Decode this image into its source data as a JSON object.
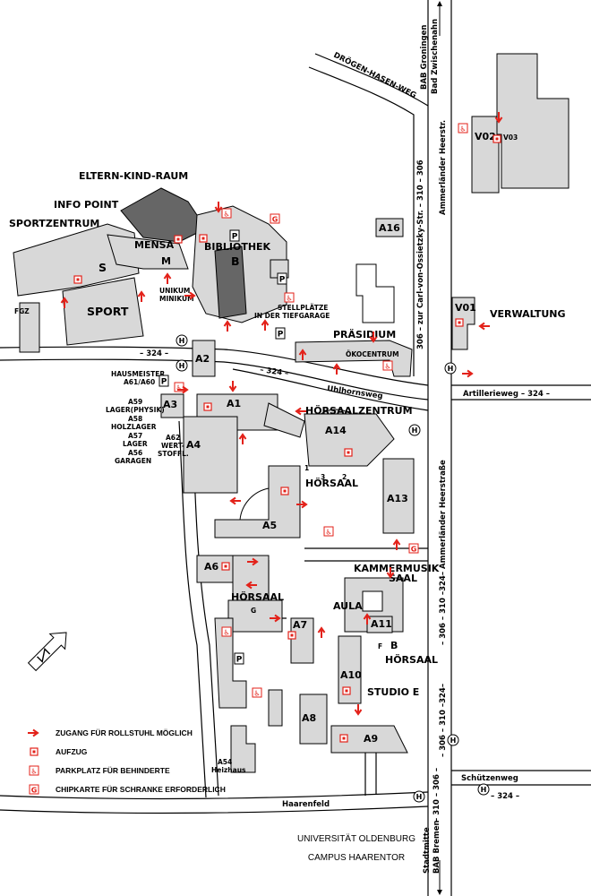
{
  "campus": {
    "line1": "UNIVERSITÄT OLDENBURG",
    "line2": "CAMPUS HAARENTOR"
  },
  "areas": {
    "eltern_kind_raum": "ELTERN-KIND-RAUM",
    "info_point": "INFO POINT",
    "sportzentrum": "SPORTZENTRUM",
    "mensa": "MENSA",
    "bibliothek": "BIBLIOTHEK",
    "sport": "SPORT",
    "s": "S",
    "m": "M",
    "b": "B",
    "fgz": "FGZ",
    "unikum": "UNIKUM",
    "minikum": "MINIKUM",
    "stellplaetze1": "STELLPLÄTZE",
    "stellplaetze2": "IN DER TIEFGARAGE",
    "praesidium": "PRÄSIDIUM",
    "oekocentrum": "ÖKOCENTRUM",
    "verwaltung": "VERWALTUNG",
    "hoersaalzentrum": "HÖRSAALZENTRUM",
    "hoersaal1": "HÖRSAAL",
    "hoersaal2": "HÖRSAAL",
    "hoersaal3": "HÖRSAAL",
    "kammermusik1": "KAMMERMUSIK",
    "kammermusik2": "SAAL",
    "aula": "AULA",
    "studio": "STUDIO E",
    "hausmeister1": "HAUSMEISTER",
    "hausmeister2": "A61/A60",
    "a59": "A59",
    "a59b": "LAGER(PHYSIK)",
    "a58": "A58",
    "a58b": "HOLZLAGER",
    "a57": "A57",
    "a57b": "LAGER",
    "a56": "A56",
    "a56b": "GARAGEN",
    "a62": "A62",
    "a62b": "WERT-",
    "a62c": "STOFFL.",
    "a54": "A54",
    "a54b": "Heizhaus",
    "hs_1": "1",
    "hs_3": "3",
    "hs_2": "2",
    "f": "F",
    "hs_b": "B",
    "g": "G"
  },
  "buildings": {
    "v02": "V02",
    "v03": "V03",
    "v01": "V01",
    "a16": "A16",
    "a1": "A1",
    "a2": "A2",
    "a3": "A3",
    "a4": "A4",
    "a5": "A5",
    "a6": "A6",
    "a7": "A7",
    "a8": "A8",
    "a9": "A9",
    "a10": "A10",
    "a11": "A11",
    "a13": "A13",
    "a14": "A14"
  },
  "roads": {
    "drogen": "DRÖGEN-HASEN-WEG",
    "bab_groningen1": "BAB Groningen",
    "bab_groningen2": "Bad Zwischenahn",
    "ammerlaender_top": "Ammerländer Heerstr.",
    "ossietzky": "306 – zur Carl-von-Ossietzky-Str. – 310 – 306",
    "artillerieweg": "Artillerieweg – 324 –",
    "uhlhornsweg": "Uhlhornsweg",
    "r324a": "– 324 –",
    "r324b": "– 324 –",
    "ammerlaender_mid": "– 306 – 310 –324– Ammerländer Heerstraße",
    "ammerlaender_low": "– 306 – 310 –324–",
    "schuetzenweg": "Schützenweg",
    "r324c": "– 324 –",
    "haarenfeld": "Haarenfeld",
    "stadtmitte1": "Stadtmitte",
    "stadtmitte2": "BAB Bremen",
    "r310": "– 310 – 306 –"
  },
  "markers": {
    "p": "P",
    "h": "H",
    "g": "G"
  },
  "legend": [
    {
      "icon": "wheelchair-arrow-icon",
      "label": "ZUGANG FÜR ROLLSTUHL MÖGLICH"
    },
    {
      "icon": "elevator-icon",
      "label": "AUFZUG"
    },
    {
      "icon": "disabled-parking-icon",
      "label": "PARKPLATZ FÜR BEHINDERTE"
    },
    {
      "icon": "chipcard-icon",
      "label": "CHIPKARTE FÜR SCHRANKE ERFORDERLICH"
    }
  ],
  "colors": {
    "accent": "#e32119",
    "building": "#d8d8d8",
    "dark": "#666666"
  }
}
